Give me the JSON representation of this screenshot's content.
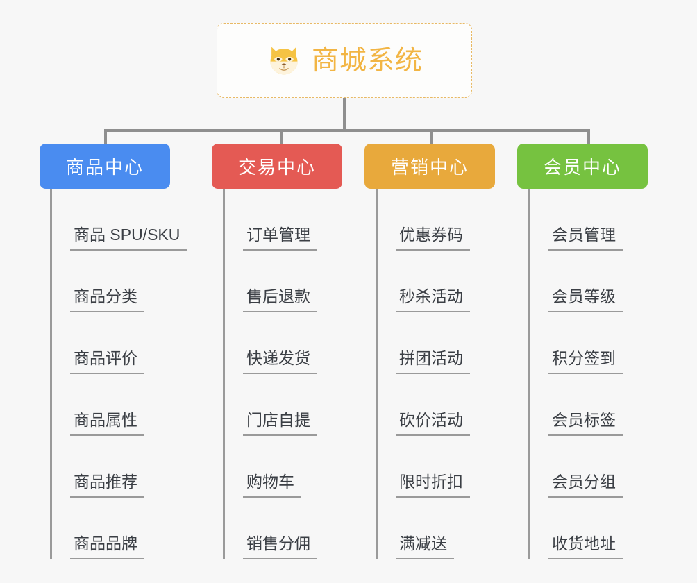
{
  "background_color": "#f7f7f7",
  "root": {
    "title": "商城系统",
    "icon": "shiba-dog-emoji",
    "text_color": "#f2b544",
    "border_color": "#e8b964",
    "background": "#fdfdfc"
  },
  "connector_color": "#8f8f8f",
  "columns": [
    {
      "id": "product-center",
      "header": "商品中心",
      "color": "#4a8cf0",
      "items": [
        "商品 SPU/SKU",
        "商品分类",
        "商品评价",
        "商品属性",
        "商品推荐",
        "商品品牌"
      ]
    },
    {
      "id": "trade-center",
      "header": "交易中心",
      "color": "#e45a54",
      "items": [
        "订单管理",
        "售后退款",
        "快递发货",
        "门店自提",
        "购物车",
        "销售分佣"
      ]
    },
    {
      "id": "marketing-center",
      "header": "营销中心",
      "color": "#e8a93c",
      "items": [
        "优惠券码",
        "秒杀活动",
        "拼团活动",
        "砍价活动",
        "限时折扣",
        "满减送"
      ]
    },
    {
      "id": "member-center",
      "header": "会员中心",
      "color": "#76c240",
      "items": [
        "会员管理",
        "会员等级",
        "积分签到",
        "会员标签",
        "会员分组",
        "收货地址"
      ]
    }
  ]
}
